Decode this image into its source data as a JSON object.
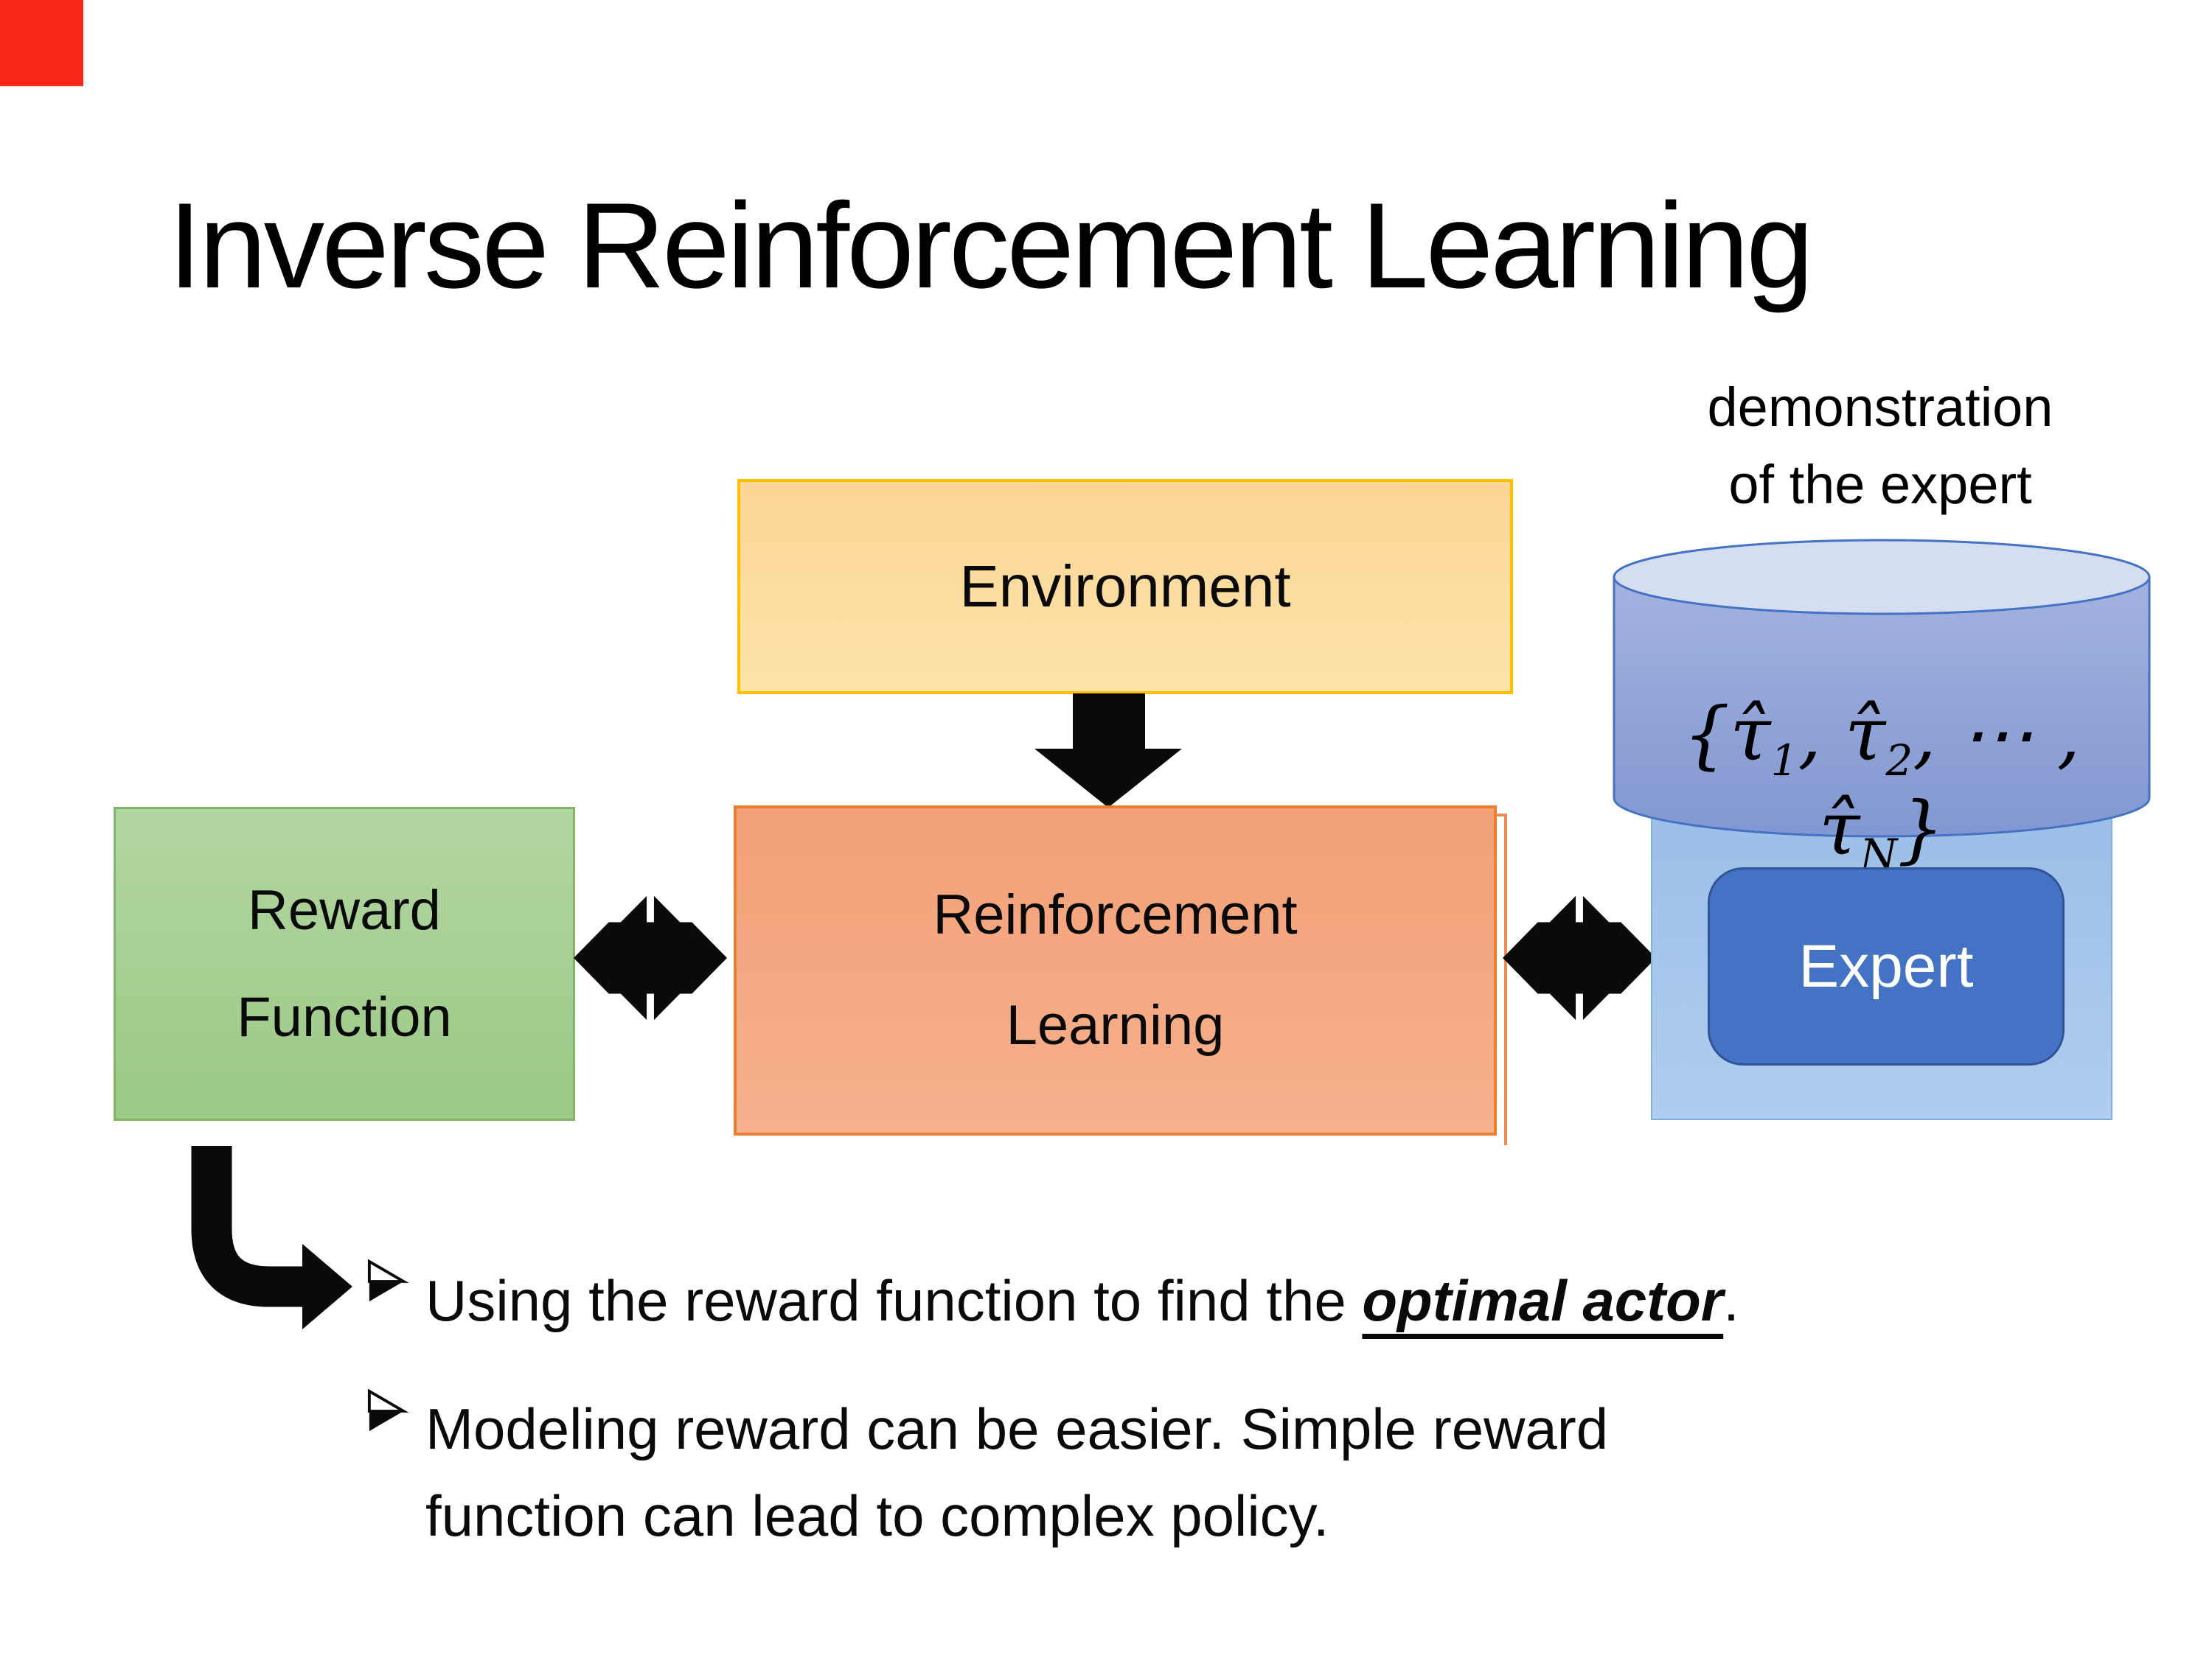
{
  "slide": {
    "title": "Inverse Reinforcement Learning",
    "background": "#ffffff"
  },
  "corner_marker": {
    "color": "#f8281a"
  },
  "annotation": {
    "line1": "demonstration",
    "line2": "of the expert"
  },
  "environment_box": {
    "label": "Environment",
    "fill": "#fcd693",
    "border": "#ffc000"
  },
  "reward_box": {
    "line1": "Reward",
    "line2": "Function",
    "fill": "#a6cf94",
    "border": "#81b368"
  },
  "rl_box": {
    "line1": "Reinforcement",
    "line2": "Learning",
    "fill": "#f5a584",
    "border": "#ed7d31"
  },
  "expert_section": {
    "container_fill": "#a5c6ea",
    "button_label": "Expert",
    "button_fill": "#4472c4",
    "button_border": "#2f5597",
    "button_text_color": "#ffffff"
  },
  "cylinder": {
    "body_fill": "#8fa5d8",
    "top_fill": "#d5ddf0",
    "outline": "#4472c4",
    "formula": {
      "t1": "{τ̂",
      "s1": "1",
      "t2": ", τ̂",
      "s2": "2",
      "t3": ", ⋯ , τ̂",
      "s3": "N",
      "t4": "}"
    }
  },
  "arrows": {
    "color": "#0a0a0a"
  },
  "bullets": {
    "b1_pre": "Using the reward function to find the ",
    "b1_em": "optimal actor",
    "b1_post": ".",
    "b2_line1": "Modeling reward can be easier. Simple reward",
    "b2_line2": "function can lead to complex policy."
  }
}
